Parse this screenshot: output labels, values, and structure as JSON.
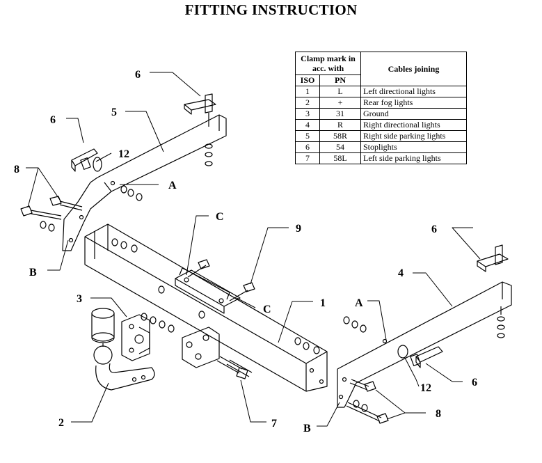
{
  "title": "FITTING INSTRUCTION",
  "table": {
    "header_clamp": "Clamp mark in acc. with",
    "header_cables": "Cables joining",
    "col_iso": "ISO",
    "col_pn": "PN",
    "rows": [
      {
        "iso": "1",
        "pn": "L",
        "desc": "Left directional lights"
      },
      {
        "iso": "2",
        "pn": "+",
        "desc": "Rear fog lights"
      },
      {
        "iso": "3",
        "pn": "31",
        "desc": "Ground"
      },
      {
        "iso": "4",
        "pn": "R",
        "desc": "Right directional lights"
      },
      {
        "iso": "5",
        "pn": "58R",
        "desc": "Right side parking lights"
      },
      {
        "iso": "6",
        "pn": "54",
        "desc": "Stoplights"
      },
      {
        "iso": "7",
        "pn": "58L",
        "desc": "Left side parking lights"
      }
    ]
  },
  "callouts": {
    "part6_top": "6",
    "part5": "5",
    "part6_left": "6",
    "part12_left": "12",
    "part8_left": "8",
    "pointA_left": "A",
    "pointB_left": "B",
    "pointC_top": "C",
    "part9": "9",
    "part6_right": "6",
    "part4": "4",
    "part3": "3",
    "pointC_mid": "C",
    "part1": "1",
    "pointA_right": "A",
    "part12_right": "12",
    "part6_right_bottom": "6",
    "part2": "2",
    "part7": "7",
    "pointB_right": "B",
    "part8_right": "8"
  }
}
